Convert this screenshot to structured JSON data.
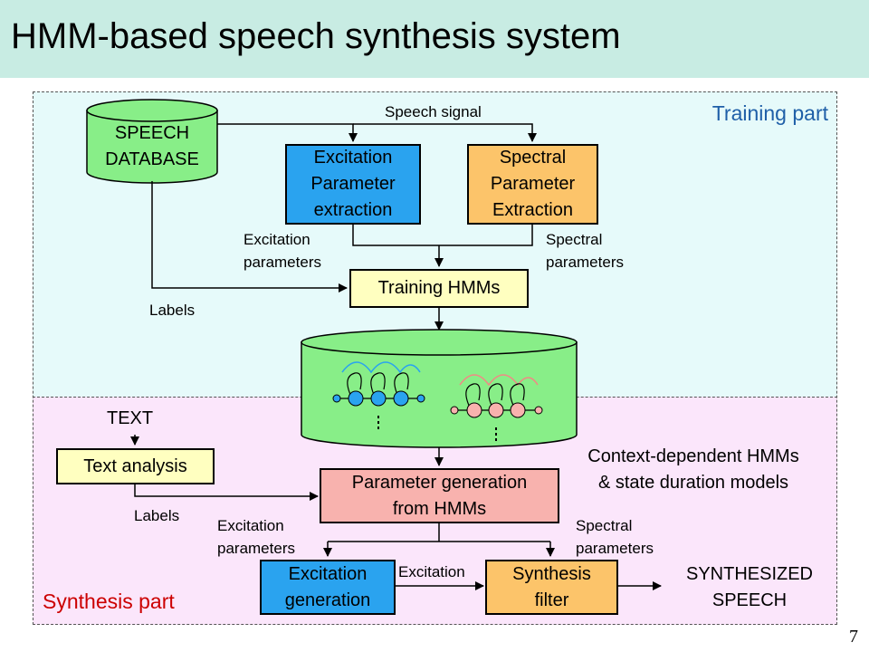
{
  "title": "HMM-based speech synthesis system",
  "page_number": "7",
  "regions": {
    "training_label": "Training part",
    "synthesis_label": "Synthesis part"
  },
  "database": {
    "label": "SPEECH\nDATABASE"
  },
  "boxes": {
    "excitation_extraction": "Excitation\nParameter\nextraction",
    "spectral_extraction": "Spectral\nParameter\nExtraction",
    "training_hmms": "Training HMMs",
    "text_analysis": "Text analysis",
    "parameter_generation": "Parameter generation\nfrom HMMs",
    "excitation_generation": "Excitation\ngeneration",
    "synthesis_filter": "Synthesis\nfilter"
  },
  "labels": {
    "speech_signal": "Speech signal",
    "excitation_params_top": "Excitation\nparameters",
    "spectral_params_top": "Spectral\nparameters",
    "labels_top": "Labels",
    "text": "TEXT",
    "labels_bottom": "Labels",
    "context_models": "Context-dependent HMMs\n& state duration models",
    "excitation_params_bottom": "Excitation\nparameters",
    "spectral_params_bottom": "Spectral\nparameters",
    "excitation": "Excitation",
    "synthesized_speech": "SYNTHESIZED\nSPEECH"
  },
  "colors": {
    "title_bar": "#c8ece3",
    "training_bg": "#e6fafa",
    "synthesis_bg": "#fbe6fb",
    "database_green": "#88ee88",
    "excitation_blue": "#2aa3ef",
    "spectral_orange": "#fcc46a",
    "hmm_yellow": "#ffffc0",
    "generation_pink": "#f8b2ae",
    "training_text": "#1f5fa8",
    "synthesis_text": "#cc0000"
  }
}
